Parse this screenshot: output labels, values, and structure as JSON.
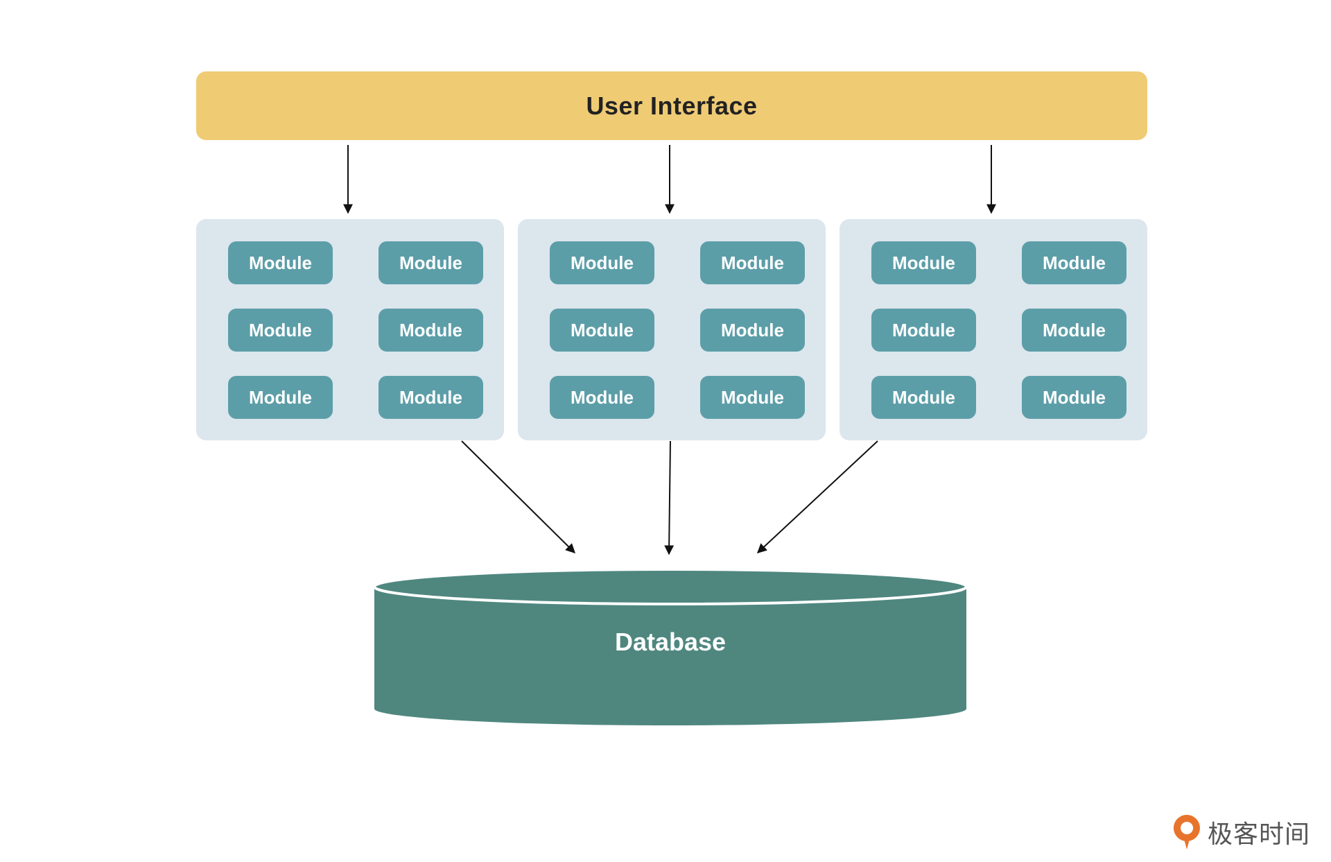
{
  "user_interface": {
    "label": "User Interface"
  },
  "module_groups": [
    {
      "modules": [
        "Module",
        "Module",
        "Module",
        "Module",
        "Module",
        "Module"
      ]
    },
    {
      "modules": [
        "Module",
        "Module",
        "Module",
        "Module",
        "Module",
        "Module"
      ]
    },
    {
      "modules": [
        "Module",
        "Module",
        "Module",
        "Module",
        "Module",
        "Module"
      ]
    }
  ],
  "database": {
    "label": "Database"
  },
  "watermark": {
    "text": "极客时间"
  },
  "colors": {
    "user_interface_bg": "#efcb74",
    "group_bg": "#dce6ed",
    "module_bg": "#5c9ea8",
    "database_bg": "#4f877f",
    "logo_orange": "#e8742c"
  }
}
